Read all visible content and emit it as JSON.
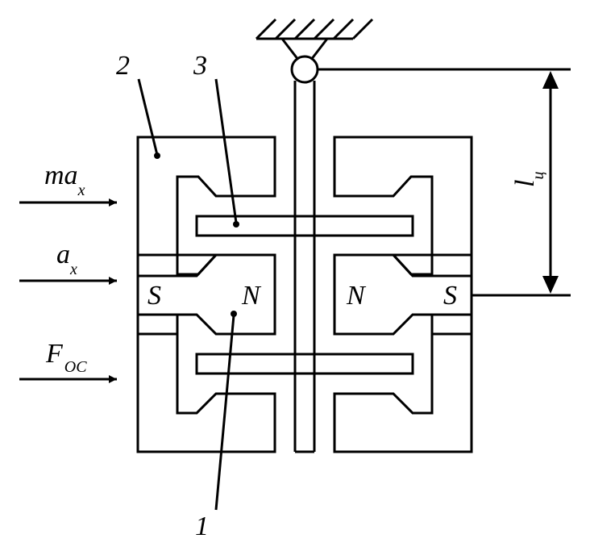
{
  "labels": {
    "part_2": "2",
    "part_3": "3",
    "part_1": "1",
    "length": "l",
    "length_sub": "ц",
    "force_inertia_main": "ma",
    "force_inertia_sub": "x",
    "accel_main": "a",
    "accel_sub": "x",
    "feedback_main": "F",
    "feedback_sub": "OC"
  },
  "poles": {
    "left_outer": "S",
    "left_inner": "N",
    "right_inner": "N",
    "right_outer": "S"
  },
  "colors": {
    "ink": "#000000",
    "background": "#ffffff"
  }
}
